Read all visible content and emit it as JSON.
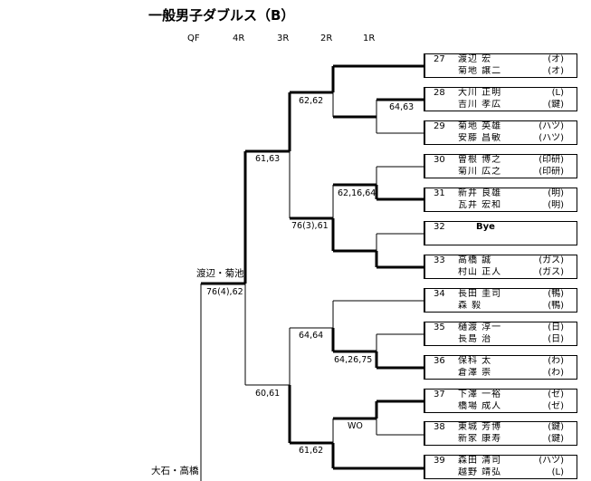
{
  "title": "一般男子ダブルス（B）",
  "rounds": [
    "QF",
    "4R",
    "3R",
    "2R",
    "1R"
  ],
  "winners": {
    "top": "渡辺・菊池",
    "bottom": "大石・高橋"
  },
  "scores": {
    "qf": "76(4),62",
    "r4_top": "61,63",
    "r4_bottom": "60,61",
    "r3_a": "62,62",
    "r3_b": "76(3),61",
    "r3_c": "64,64",
    "r3_d": "61,62",
    "r2_a": "64,63",
    "r2_b": "62,16,64",
    "r2_c": "64,26,75",
    "r2_d": "WO"
  },
  "entries": [
    {
      "num": "27",
      "p1": "渡辺 宏",
      "c1": "(オ)",
      "p2": "菊地 譲二",
      "c2": "(オ)"
    },
    {
      "num": "28",
      "p1": "大川 正明",
      "c1": "(L)",
      "p2": "吉川 孝広",
      "c2": "(鍵)"
    },
    {
      "num": "29",
      "p1": "菊地 英雄",
      "c1": "(ハツ)",
      "p2": "安藤 昌敏",
      "c2": "(ハツ)"
    },
    {
      "num": "30",
      "p1": "曽根 博之",
      "c1": "(印研)",
      "p2": "菊川 広之",
      "c2": "(印研)"
    },
    {
      "num": "31",
      "p1": "新井 良雄",
      "c1": "(明)",
      "p2": "瓦井 宏和",
      "c2": "(明)"
    },
    {
      "num": "32",
      "bye": "Bye"
    },
    {
      "num": "33",
      "p1": "高橋  誠",
      "c1": "(ガス)",
      "p2": "村山 正人",
      "c2": "(ガス)"
    },
    {
      "num": "34",
      "p1": "長田 圭司",
      "c1": "(鴨)",
      "p2": "森  毅",
      "c2": "(鴨)"
    },
    {
      "num": "35",
      "p1": "樋渡 淳一",
      "c1": "(日)",
      "p2": " 長島 治",
      "c2": "(日)"
    },
    {
      "num": "36",
      "p1": " 保科 太",
      "c1": "(わ)",
      "p2": "倉澤  崇",
      "c2": "(わ)"
    },
    {
      "num": "37",
      "p1": "下澤 一裕",
      "c1": "(ゼ)",
      "p2": "橋場 成人",
      "c2": "(ゼ)"
    },
    {
      "num": "38",
      "p1": "東城 芳博",
      "c1": "(鍵)",
      "p2": "新家 康寿",
      "c2": "(鍵)"
    },
    {
      "num": "39",
      "p1": "森田 清司",
      "c1": "(ハツ)",
      "p2": "越野 靖弘",
      "c2": "(L)"
    }
  ]
}
